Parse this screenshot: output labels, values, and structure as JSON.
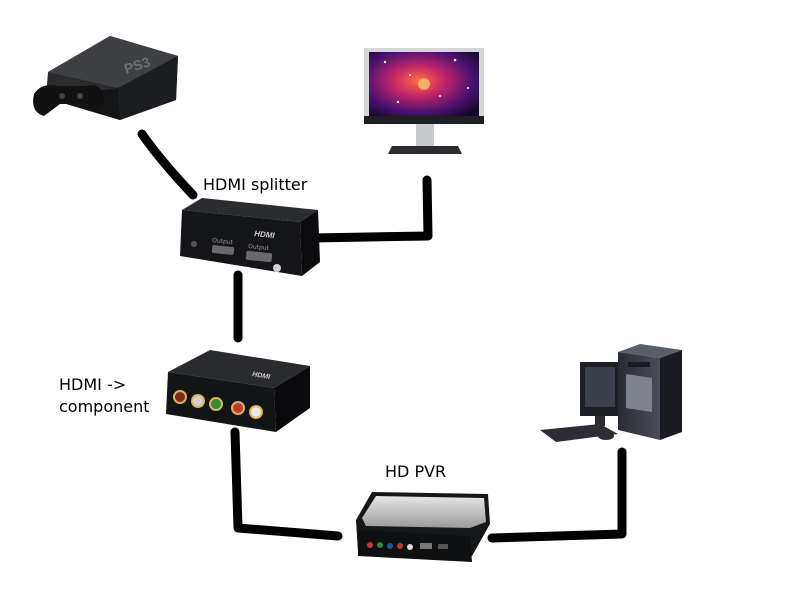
{
  "labels": {
    "splitter": "HDMI splitter",
    "converter_line1": "HDMI ->",
    "converter_line2": "component",
    "pvr": "HD PVR"
  },
  "devices": {
    "console": "PS3",
    "splitter_port_left": "Output",
    "splitter_port_right": "Output",
    "splitter_brand": "HDMI",
    "converter_brand": "HDMI"
  },
  "colors": {
    "cable": "#000000",
    "device_dark": "#1b1b1d",
    "component_red": "#c0392b",
    "component_green": "#2e8b3a",
    "component_blue": "#2a4fa0"
  }
}
